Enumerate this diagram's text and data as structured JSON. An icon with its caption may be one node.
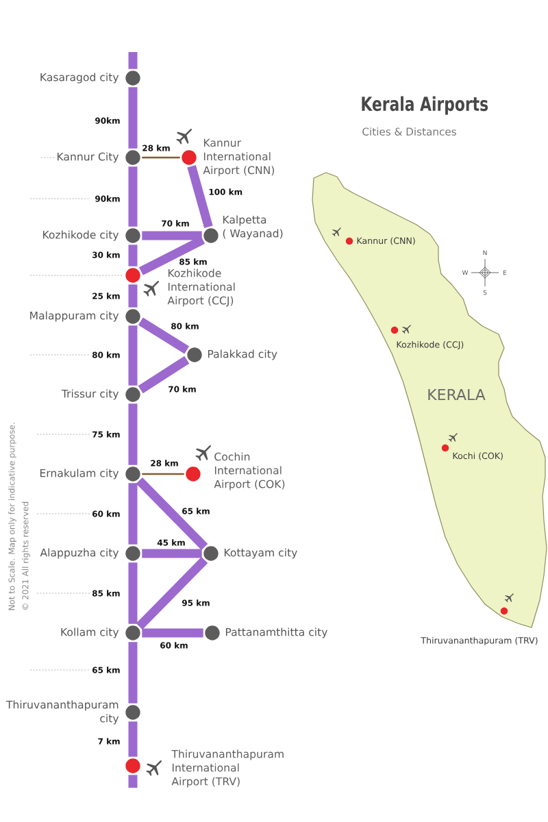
{
  "diagram": {
    "title": "Kerala Airports",
    "nodes": [
      {
        "text": [
          "Kasaragod city"
        ]
      },
      {
        "text": [
          "Kannur City"
        ]
      },
      {
        "text": [
          "Kannur International Airport (CNN)"
        ]
      },
      {
        "text": [
          "Kalpetta ( Wayanad)"
        ]
      },
      {
        "text": [
          "Kozhikode city"
        ]
      },
      {
        "text": [
          "Kozhikode International Airport (CCJ)"
        ]
      },
      {
        "text": [
          "Malappuram city"
        ]
      },
      {
        "text": [
          "Palakkad city"
        ]
      },
      {
        "text": [
          "Trissur city"
        ]
      },
      {
        "text": [
          "Ernakulam city"
        ]
      },
      {
        "text": [
          "Cochin International Airport (COK)"
        ]
      },
      {
        "text": [
          "Alappuzha city"
        ]
      },
      {
        "text": [
          "Kottayam city"
        ]
      },
      {
        "text": [
          "Kollam city"
        ]
      },
      {
        "text": [
          "Pattanamthitta city"
        ]
      },
      {
        "text": [
          "Thiruvananthapuram city"
        ]
      },
      {
        "text": [
          "Thiruvananthapuram International Airport (TRV)"
        ]
      }
    ],
    "edges": [
      {
        "from": null,
        "to": 0,
        "arrow": "none"
      },
      {
        "from": 0,
        "to": 1,
        "arrow": "none",
        "label": "90km"
      },
      {
        "from": 1,
        "to": 2,
        "arrow": "none",
        "label": "28 km",
        "color": "#8a5a2e"
      },
      {
        "from": 1,
        "to": 4,
        "arrow": "none",
        "label": "90km"
      },
      {
        "from": 2,
        "to": 3,
        "arrow": "none",
        "label": "100 km"
      },
      {
        "from": 4,
        "to": 3,
        "arrow": "none",
        "label": "70 km"
      },
      {
        "from": 3,
        "to": 5,
        "arrow": "none",
        "label": "85 km"
      },
      {
        "from": 4,
        "to": 5,
        "arrow": "none",
        "label": "30 km"
      },
      {
        "from": 5,
        "to": 6,
        "arrow": "none",
        "label": "25 km"
      },
      {
        "from": 6,
        "to": 7,
        "arrow": "none",
        "label": "80 km"
      },
      {
        "from": 6,
        "to": 8,
        "arrow": "none",
        "label": "80 km"
      },
      {
        "from": 7,
        "to": 8,
        "arrow": "none",
        "label": "70 km"
      },
      {
        "from": 8,
        "to": 9,
        "arrow": "none",
        "label": "75 km"
      },
      {
        "from": 9,
        "to": 10,
        "arrow": "none",
        "label": "28 km",
        "color": "#8a5a2e"
      },
      {
        "from": 9,
        "to": 12,
        "arrow": "none",
        "label": "65 km"
      },
      {
        "from": 9,
        "to": 11,
        "arrow": "none",
        "label": "60 km"
      },
      {
        "from": 11,
        "to": 12,
        "arrow": "none",
        "label": "45 km"
      },
      {
        "from": 12,
        "to": 13,
        "arrow": "none",
        "label": "95 km"
      },
      {
        "from": 11,
        "to": 13,
        "arrow": "none",
        "label": "85 km"
      },
      {
        "from": 13,
        "to": 14,
        "arrow": "none",
        "label": "60 km"
      },
      {
        "from": 13,
        "to": 15,
        "arrow": "none",
        "label": "65 km"
      },
      {
        "from": 15,
        "to": 16,
        "arrow": "none",
        "label": "7 km"
      },
      {
        "from": 16,
        "to": null,
        "arrow": "none"
      }
    ],
    "labels": [
      "Cities & Distances",
      "Kannur (CNN)",
      "N",
      "W",
      "E",
      "S",
      "Kozhikode (CCJ)",
      "KERALA",
      "Kochi (COK)",
      "Thiruvananthapuram (TRV)",
      "Not to Scale. Map only for indicative purpose.",
      "© 2021 All rights reserved"
    ]
  }
}
